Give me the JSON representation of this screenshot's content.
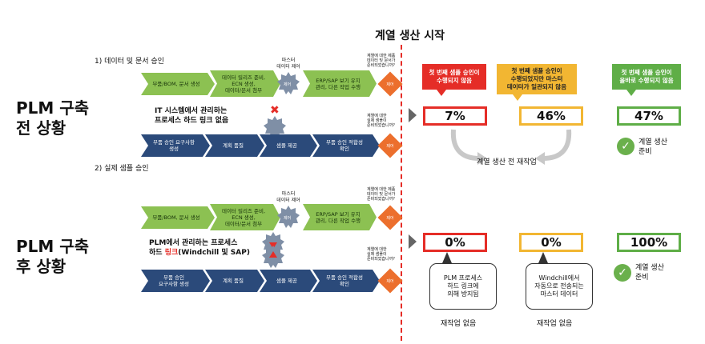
{
  "header": {
    "start_label": "계열 생산 시작"
  },
  "before": {
    "title_line1": "PLM 구축",
    "title_line2": "전 상황",
    "section1": "1) 데이터 및 문서 승인",
    "section2": "2) 실제 샘플 승인",
    "row1": {
      "box1": "부품/BOM, 문서 생성",
      "box2_line1": "데이터 릴리즈 준비,",
      "box2_line2": "ECN 생성,",
      "box2_line3": "데이터/문서 첨부",
      "box3_line1": "ERP/SAP 보기 유지",
      "box3_line2": "관리, 다른 작업 수행"
    },
    "master_label_line1": "마스터",
    "master_label_line2": "데이터 제어",
    "gear_label": "제어",
    "diamond_label": "제어",
    "question1": [
      "계열에 대한 제품",
      "데이터 및 문서가",
      "준비되었습니까?"
    ],
    "question2": [
      "계열에 대한",
      "실제 샘플이",
      "준비되었습니까?"
    ],
    "link_text_line1": "IT 시스템에서 관리하는",
    "link_text_line2": "프로세스 하드 링크 없음",
    "row2": {
      "box1_line1": "부품 승인 요구사항",
      "box1_line2": "생성",
      "box2": "계획 품질",
      "box3": "샘플 제공",
      "box4_line1": "부품 승인 적합성",
      "box4_line2": "확인"
    },
    "bubble_red": [
      "첫 번째 샘플 승인이",
      "수행되지 않음"
    ],
    "bubble_yellow": [
      "첫 번째 샘플 승인이",
      "수행되었지만 마스터",
      "데이터가 일관되지 않음"
    ],
    "bubble_green": [
      "첫 번째 샘플 승인이",
      "올바로 수행되지 않음"
    ],
    "pct_red": "7%",
    "pct_yellow": "46%",
    "pct_green": "47%",
    "rework_label": "계열 생산 전 재작업",
    "ready_line1": "계열 생산",
    "ready_line2": "준비"
  },
  "after": {
    "title_line1": "PLM 구축",
    "title_line2": "후 상황",
    "row1": {
      "box1": "부품/BOM, 문서 생성",
      "box2_line1": "데이터 릴리즈 준비,",
      "box2_line2": "ECN 생성,",
      "box2_line3": "데이터/문서 첨부",
      "box3_line1": "ERP/SAP 보기 유지",
      "box3_line2": "관리, 다른 작업 수행"
    },
    "master_label_line1": "마스터",
    "master_label_line2": "데이터 제어",
    "gear_label": "제어",
    "diamond_label": "제어",
    "question1": [
      "계열에 대한 제품",
      "데이터 및 문서가",
      "준비되었습니까?"
    ],
    "question2": [
      "계열에 대한",
      "실제 샘플이",
      "준비되었습니까?"
    ],
    "link_text_line1": "PLM에서 관리하는 프로세스",
    "link_text_pre": "하드",
    "link_text_red": "링크",
    "link_text_post": "(Windchill 및 SAP)",
    "row2": {
      "box1_line1": "부품 승인",
      "box1_line2": "요구사항 생성",
      "box2": "계획 품질",
      "box3": "샘플 제공",
      "box4_line1": "부품 승인 적합성",
      "box4_line2": "확인"
    },
    "pct_red": "0%",
    "pct_yellow": "0%",
    "pct_green": "100%",
    "note_left": [
      "PLM 프로세스",
      "하드 링크에",
      "의해 방지됨"
    ],
    "note_right": [
      "Windchill에서",
      "자동으로 전송되는",
      "마스터 데이터"
    ],
    "no_rework_left": "재작업 없음",
    "no_rework_right": "재작업 없음",
    "ready_line1": "계열 생산",
    "ready_line2": "준비"
  },
  "colors": {
    "red": "#e52d27",
    "yellow": "#f2b632",
    "green": "#5fae47",
    "orange": "#ec6f2d",
    "blue": "#2b4a7a",
    "lightgreen": "#8cc152"
  },
  "icons": {
    "gear": "gear-icon",
    "check": "check-icon",
    "cross": "cross-icon"
  }
}
